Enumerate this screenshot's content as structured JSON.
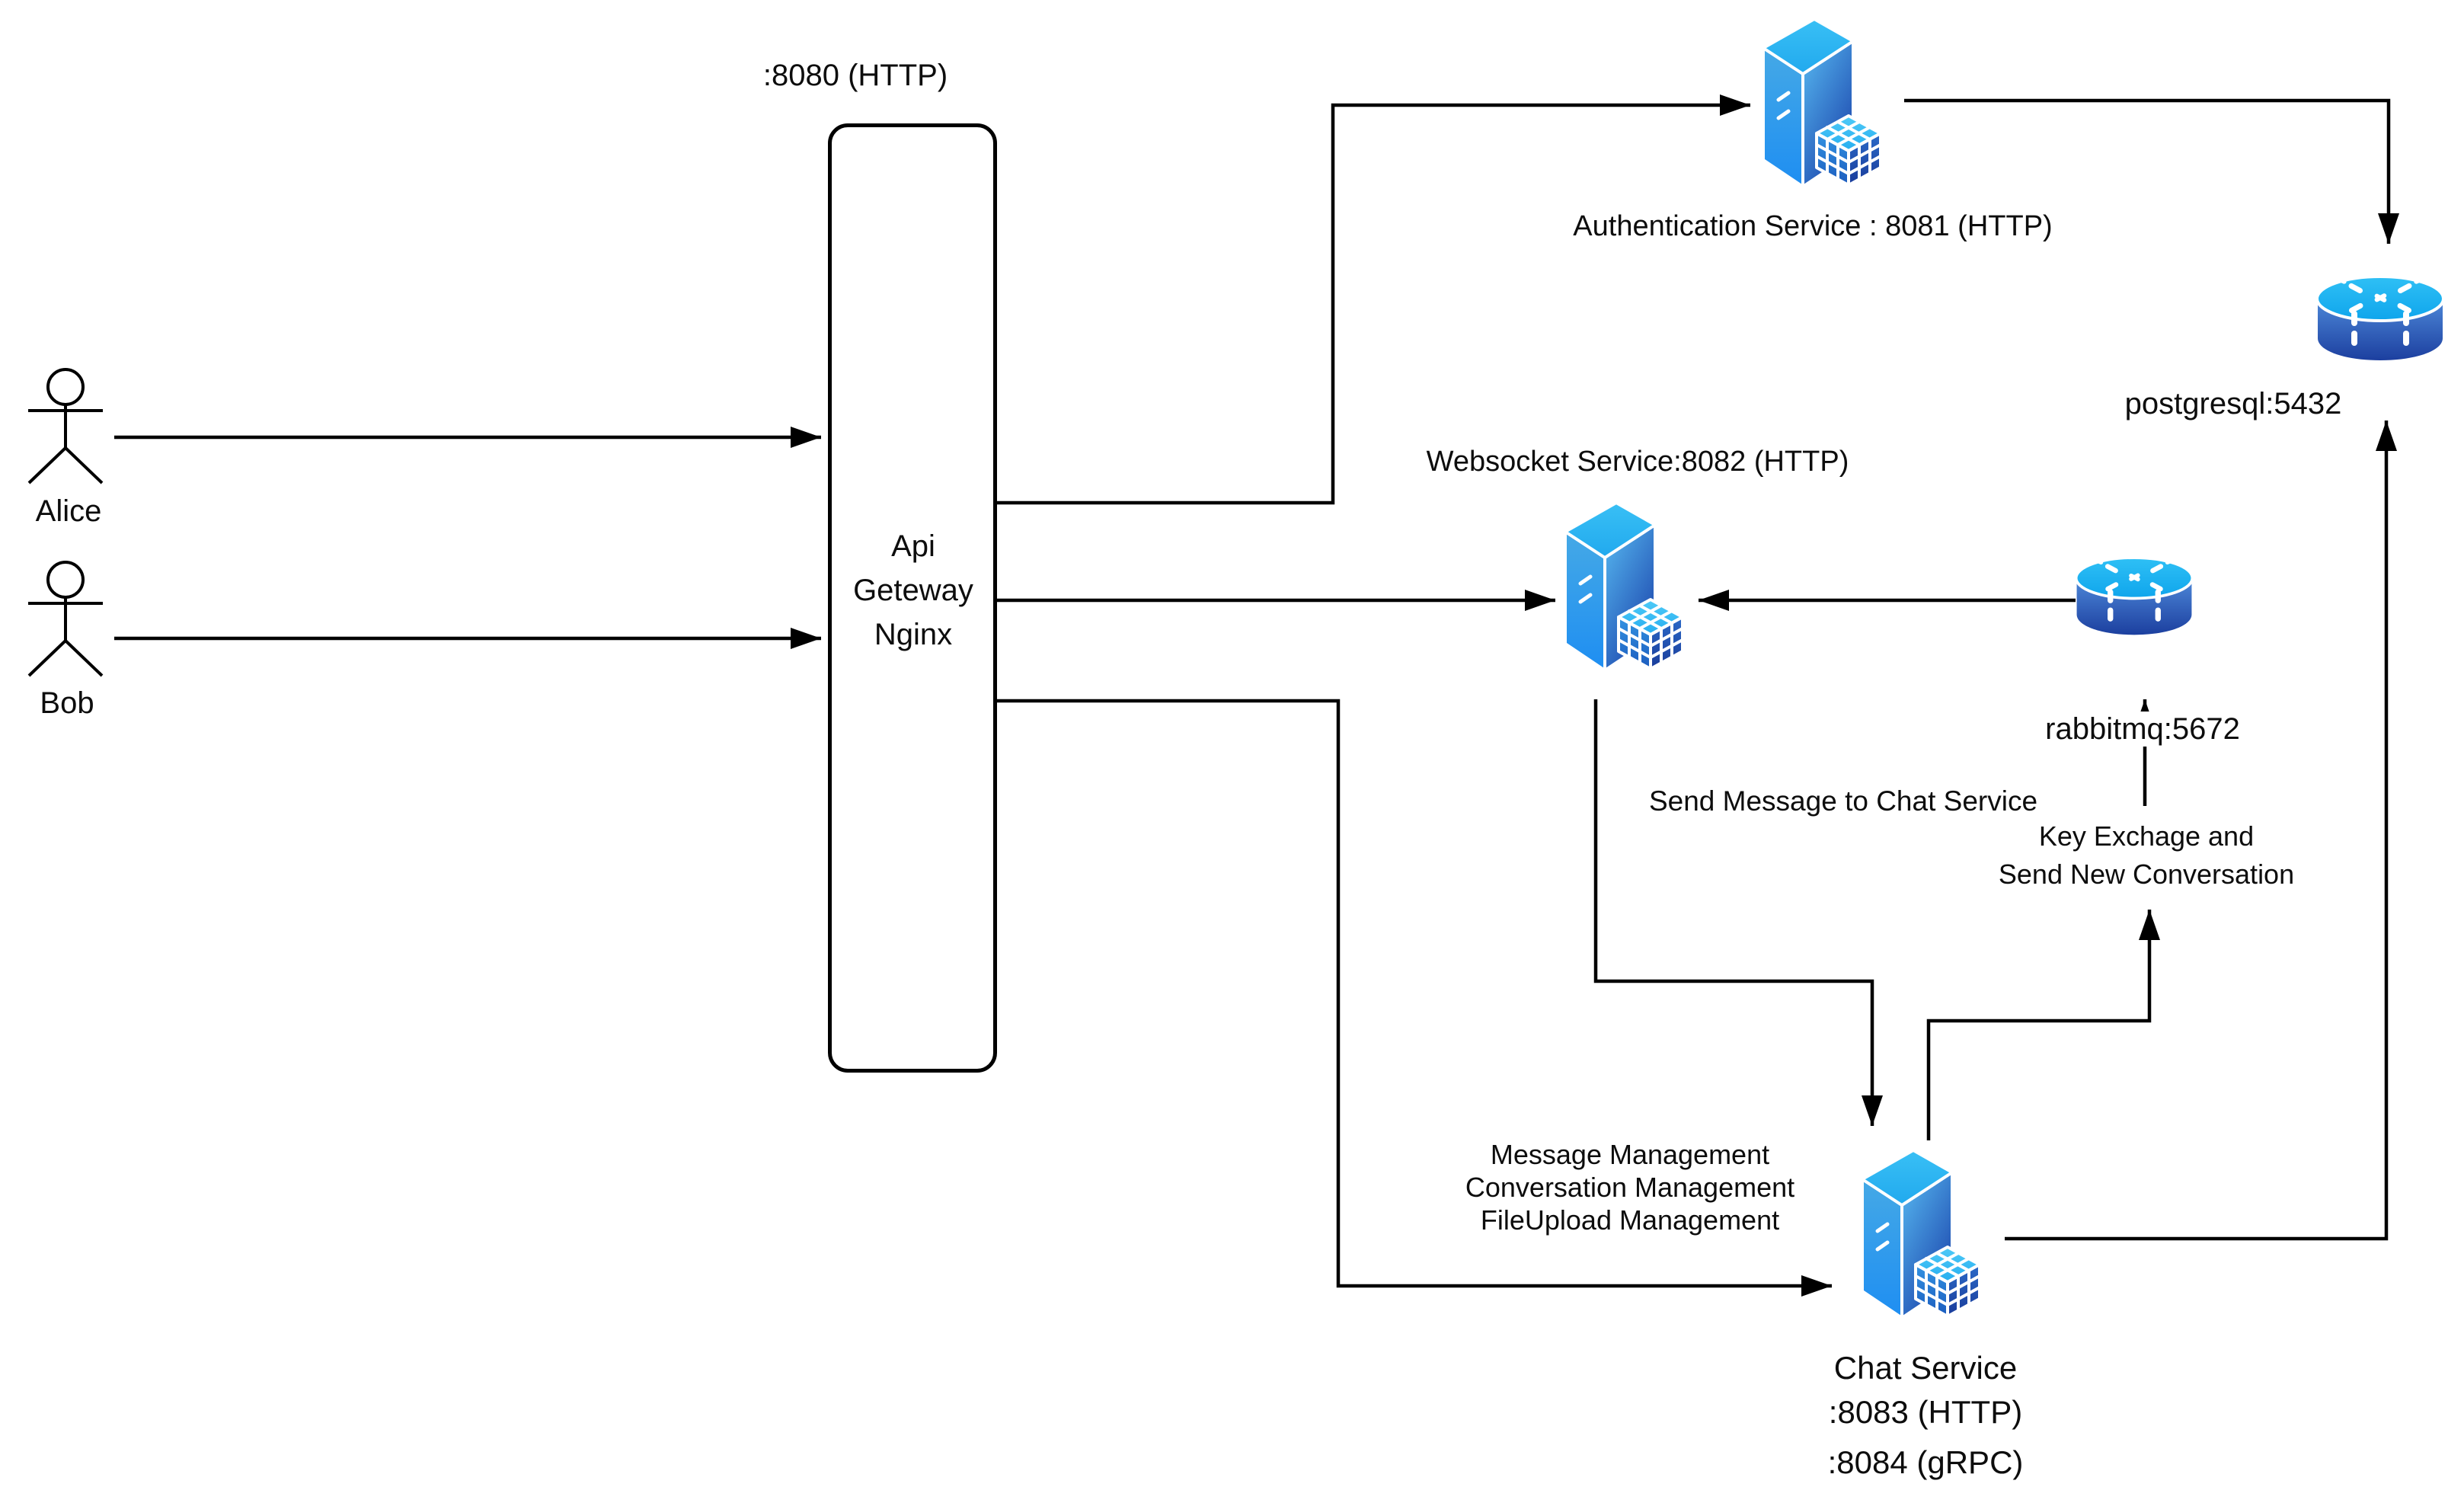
{
  "gateway": {
    "port_label": ":8080 (HTTP)",
    "lines": [
      "Api",
      "Geteway",
      "Nginx"
    ]
  },
  "actors": [
    {
      "name": "Alice"
    },
    {
      "name": "Bob"
    }
  ],
  "services": {
    "auth": {
      "label": "Authentication Service : 8081 (HTTP)"
    },
    "websocket": {
      "label": "Websocket Service:8082 (HTTP)"
    },
    "chat": {
      "lines": [
        "Chat Service",
        ":8083 (HTTP)",
        ":8084 (gRPC)"
      ]
    }
  },
  "datastores": {
    "postgres": {
      "label": "postgresql:5432"
    },
    "rabbitmq": {
      "label": "rabbitmq:5672"
    }
  },
  "edges": {
    "send_message": "Send Message to Chat Service",
    "key_exchange_line1": "Key Exchage and",
    "key_exchange_line2": "Send New Conversation",
    "management_line1": "Message Management",
    "management_line2": "Conversation Management",
    "management_line3": "FileUpload Management"
  },
  "colors": {
    "line": "#000000",
    "icon_cyan": "#2fbcf4",
    "icon_blue_mid": "#1e8ef2",
    "icon_blue_dark": "#1b44ac",
    "db_body_dark": "#1c3f9f"
  }
}
